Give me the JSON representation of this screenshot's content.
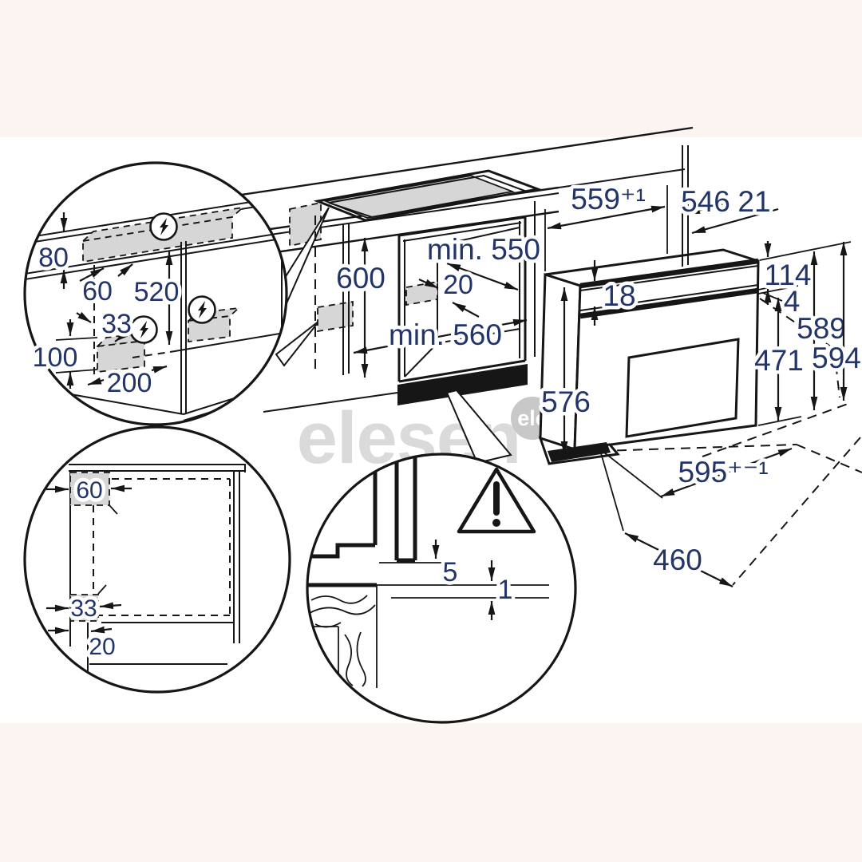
{
  "title": "Built-in oven installation dimension diagram",
  "colors": {
    "line": "#161616",
    "dimension_text": "#223468",
    "zone_fill": "#d6d6d6",
    "plinth_fill": "#161616",
    "watermark": "#dadada",
    "badge_fill": "#c8c8c8",
    "margin_tint": "#fbf4f0"
  },
  "watermark": {
    "text": "elesen",
    "badge": "ele"
  },
  "electrical_detail": {
    "d80": "80",
    "d60": "60",
    "d520": "520",
    "d33": "33",
    "d100": "100",
    "d200": "200"
  },
  "cabinet": {
    "d600": "600",
    "min550": "min. 550",
    "d20": "20",
    "min560": "min. 560"
  },
  "oven": {
    "d559": "559⁺¹",
    "d546": "546",
    "d21": "21",
    "d18": "18",
    "d114": "114",
    "d4": "4",
    "d589": "589",
    "d594": "594",
    "d471": "471",
    "d576": "576",
    "d595": "595⁺⁻¹",
    "d460": "460"
  },
  "side_detail": {
    "d60": "60",
    "d33": "33",
    "d20": "20"
  },
  "gap_detail": {
    "d5": "5",
    "d1": "1"
  }
}
